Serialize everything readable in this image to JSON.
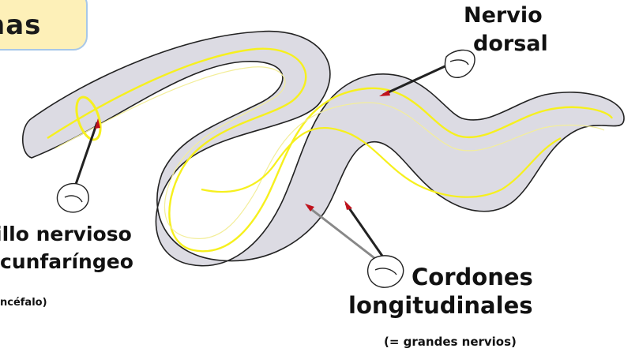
{
  "header": {
    "title_fragment": "nas"
  },
  "labels": {
    "nervio_dorsal": [
      "Nervio",
      "dorsal"
    ],
    "anillo": [
      "illo nervioso",
      "cunfaríngeo",
      "ncéfalo)"
    ],
    "cordones": [
      "Cordones",
      "longitudinales",
      "(= grandes nervios)"
    ]
  },
  "colors": {
    "body_fill": "#dcdbe3",
    "body_outline": "#222222",
    "nerve_yellow": "#f6f01e",
    "nerve_faint": "#f3ee9a",
    "pointer_tip": "#c0121c",
    "title_bg": "#fdf0b8",
    "title_border": "#a7c7e8"
  },
  "icons": [
    "pointing-hand-icon",
    "pointer-stick-icon"
  ]
}
